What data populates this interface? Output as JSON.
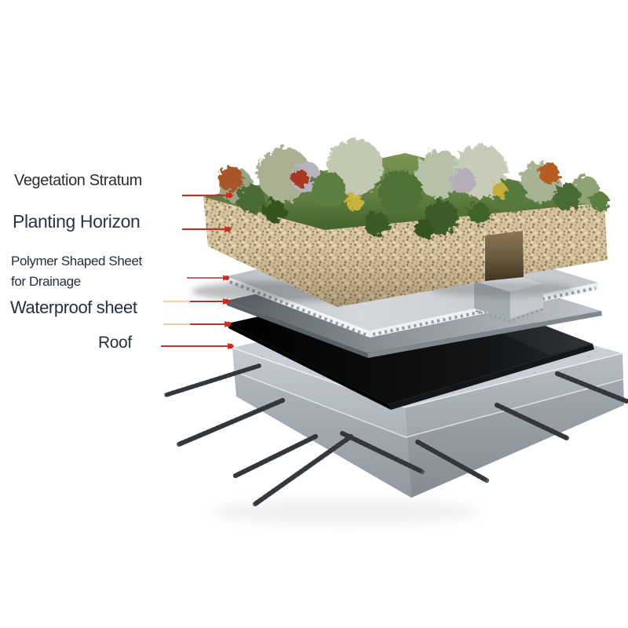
{
  "figure": {
    "description": "Exploded isometric diagram of green roof construction layers",
    "background": "#ffffff"
  },
  "labels": {
    "vegetation_stratum": "Vegetation Stratum",
    "planting_horizon": "Planting Horizon",
    "polymer_sheet_line1": "Polymer Shaped Sheet",
    "polymer_sheet_line2": "for Drainage",
    "waterproof_sheet": "Waterproof sheet",
    "roof": "Roof"
  },
  "layers": [
    {
      "label": "Vegetation Stratum",
      "depicts": "shrubs and flowering plants on grass",
      "main_color": "#5d7c3e"
    },
    {
      "label": "Planting Horizon",
      "depicts": "thick tan substrate slab with drainage notch",
      "main_color": "#d5c3a0"
    },
    {
      "label": "Polymer Shaped Sheet for Drainage",
      "depicts": "light grey dimpled sheet with raised channel",
      "main_color": "#ccd1d5"
    },
    {
      "label": "Waterproof sheet",
      "depicts": "grey membrane sheet",
      "main_color": "#8d949b"
    },
    {
      "label": "",
      "depicts": "black membrane sheet",
      "main_color": "#0a0c0d"
    },
    {
      "label": "Roof",
      "depicts": "concrete slab with protruding rebar",
      "main_color": "#c8cdd2"
    }
  ],
  "colors": {
    "arrow_line": "#a83a2e",
    "arrow_line_faded": "#e6d4a8",
    "arrow_head": "#c0392b",
    "arrow_dot": "#cc2a1e",
    "label_text": "#272e3e",
    "grass": "#5d7c3e",
    "gravel": "#d5c3a0",
    "polymer_sheet": "#ccd1d5",
    "waterproof_sheet": "#8d949b",
    "black_membrane": "#0a0c0d",
    "concrete": "#c8cdd2",
    "rebar": "#4e545b"
  }
}
